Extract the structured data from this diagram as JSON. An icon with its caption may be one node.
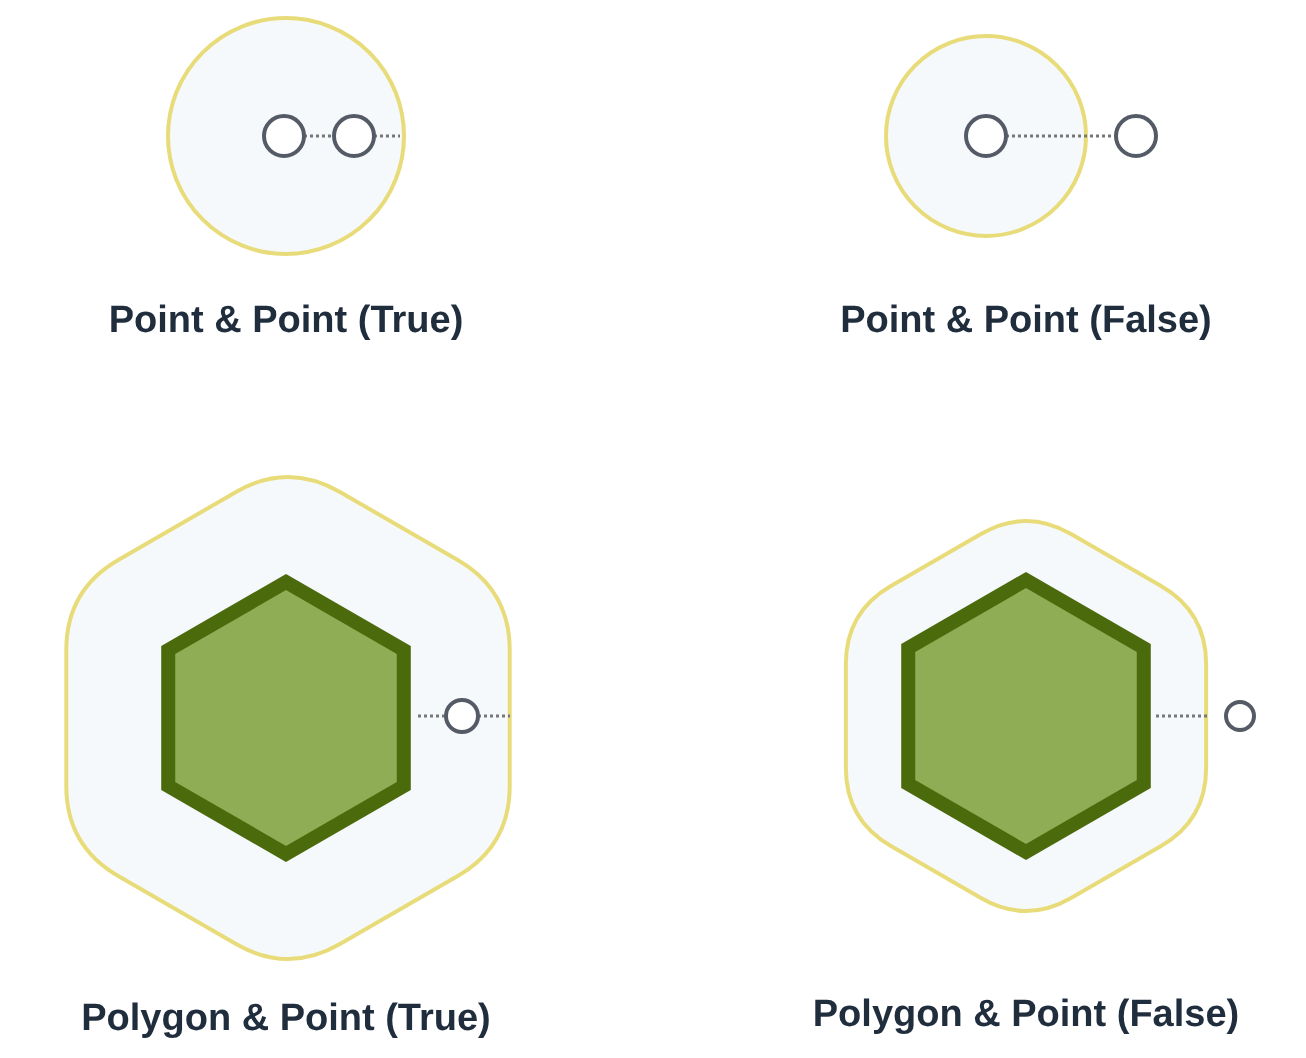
{
  "diagram": {
    "labels": [
      "Point & Point (True)",
      "Point & Point (False)",
      "Polygon & Point (True)",
      "Polygon & Point (False)"
    ]
  }
}
